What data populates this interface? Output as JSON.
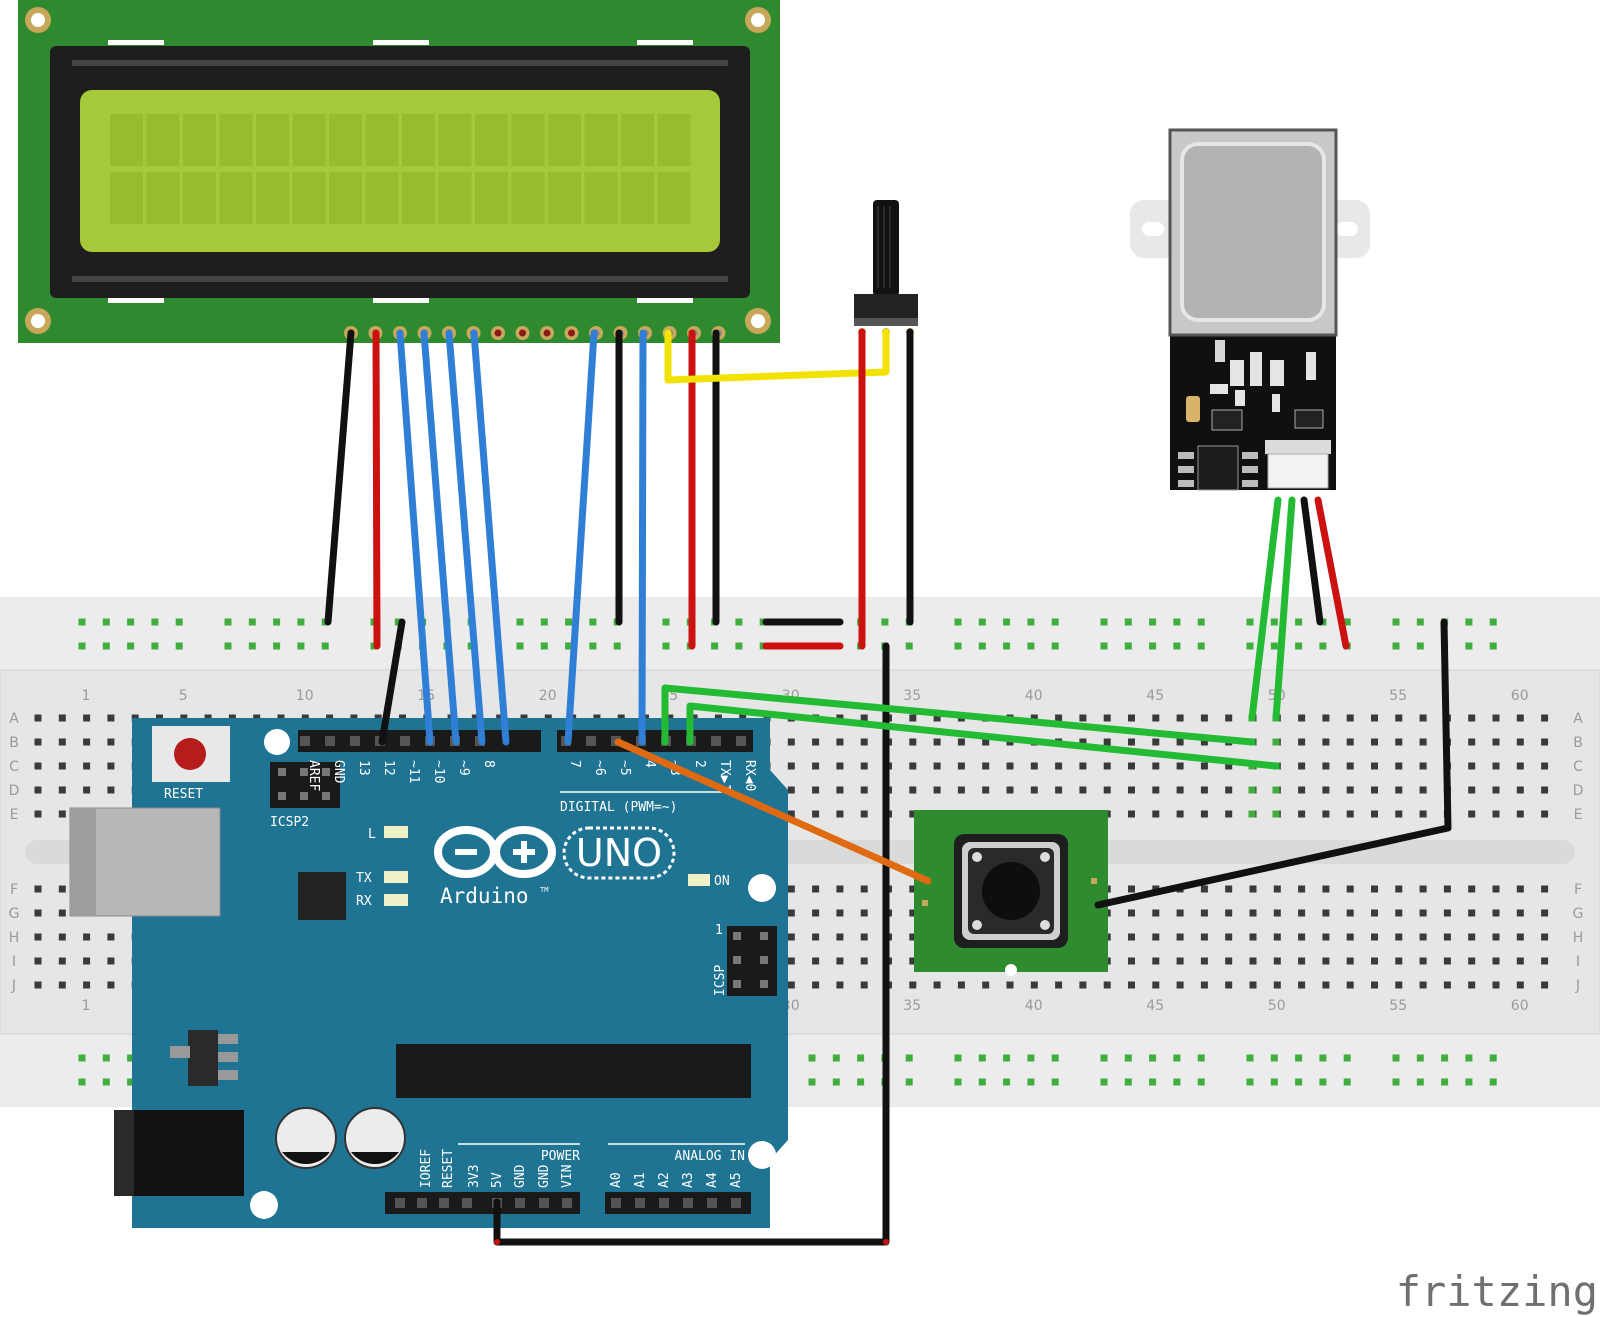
{
  "arduino": {
    "reset_label": "RESET",
    "icsp2_label": "ICSP2",
    "icsp_label": "ICSP",
    "icsp_pin_one": "1",
    "l_label": "L",
    "tx_label": "TX",
    "rx_label": "RX",
    "on_label": "ON",
    "uno_label": "UNO",
    "brand": "Arduino",
    "trademark": "TM",
    "digital_label": "DIGITAL (PWM=~)",
    "power_label": "POWER",
    "analog_label": "ANALOG IN",
    "top_pins_left": [
      "AREF",
      "GND",
      "13",
      "12",
      "~11",
      "~10",
      "~9",
      "8"
    ],
    "top_pins_right": [
      "7",
      "~6",
      "~5",
      "4",
      "~3",
      "2",
      "TX▶1",
      "RX◀0"
    ],
    "power_pins": [
      "IOREF",
      "RESET",
      "3V3",
      "5V",
      "GND",
      "GND",
      "VIN"
    ],
    "analog_pins": [
      "A0",
      "A1",
      "A2",
      "A3",
      "A4",
      "A5"
    ]
  },
  "breadboard": {
    "rows": [
      "A",
      "B",
      "C",
      "D",
      "E",
      "F",
      "G",
      "H",
      "I",
      "J"
    ],
    "column_numbers": [
      "1",
      "5",
      "10",
      "15",
      "20",
      "25",
      "30",
      "35",
      "40",
      "45",
      "50",
      "55",
      "60"
    ]
  },
  "watermark": "fritzing",
  "colors": {
    "wire_black": "#111111",
    "wire_red": "#cc1111",
    "wire_blue": "#2f7fd6",
    "wire_green": "#22bb33",
    "wire_yellow": "#f2e200",
    "wire_orange": "#e06a12",
    "lcd_screen": "#a6c93a",
    "arduino_board": "#1f7393",
    "pcb_green": "#2e8b2e"
  }
}
